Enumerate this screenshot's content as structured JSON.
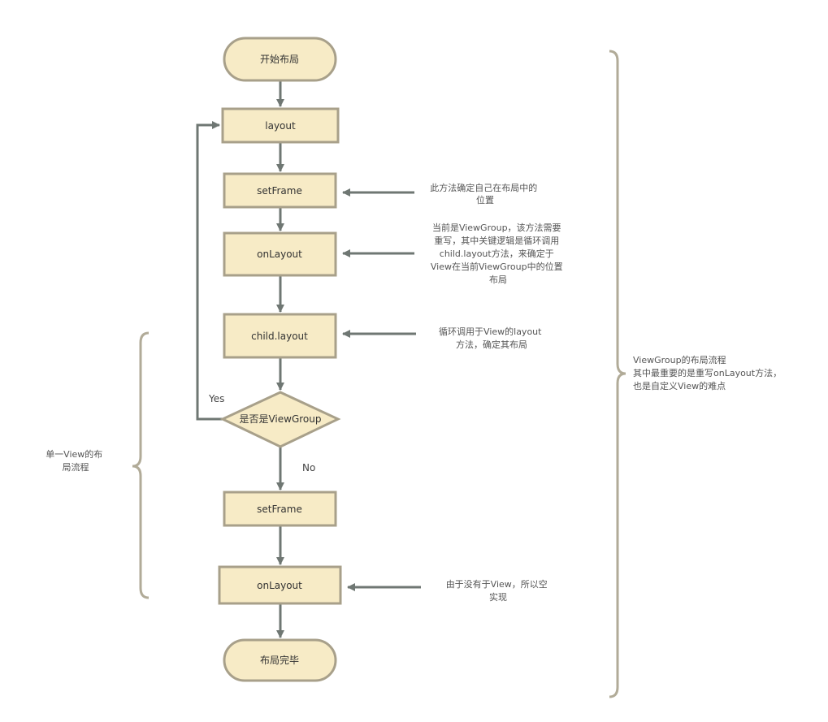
{
  "colors": {
    "node_fill": "#f7ebc6",
    "node_stroke": "#a8a08a",
    "arrow": "#6f7773",
    "brace": "#b1ab98",
    "text": "#333333",
    "note_text": "#555555"
  },
  "nodes": {
    "start": "开始布局",
    "layout": "layout",
    "set_frame_1": "setFrame",
    "on_layout_1": "onLayout",
    "child_layout": "child.layout",
    "decision": "是否是ViewGroup",
    "set_frame_2": "setFrame",
    "on_layout_2": "onLayout",
    "end": "布局完毕"
  },
  "edge_labels": {
    "yes": "Yes",
    "no": "No"
  },
  "notes": {
    "set_frame": [
      "此方法确定自己在布局中的",
      "位置"
    ],
    "on_layout": [
      "当前是ViewGroup，该方法需要",
      "重写，其中关键逻辑是循环调用",
      "child.layout方法，来确定于",
      "View在当前ViewGroup中的位置",
      "布局"
    ],
    "child_layout": [
      "循环调用于View的layout",
      "方法，确定其布局"
    ],
    "on_layout_empty": [
      "由于没有于View，所以空",
      "实现"
    ]
  },
  "braces": {
    "single_view": [
      "单一View的布",
      "局流程"
    ],
    "view_group": [
      "ViewGroup的布局流程",
      "其中最重要的是重写onLayout方法，",
      "也是自定义View的难点"
    ]
  }
}
